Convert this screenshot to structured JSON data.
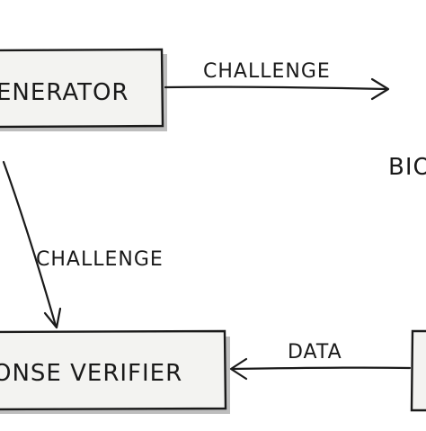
{
  "diagram": {
    "nodes": {
      "generator": {
        "label": "ENERATOR"
      },
      "verifier": {
        "label": "ONSE VERIFIER"
      },
      "biometric": {
        "label": "BIO"
      }
    },
    "edges": {
      "challenge_right": {
        "label": "CHALLENGE"
      },
      "challenge_down": {
        "label": "CHALLENGE"
      },
      "data_left": {
        "label": "DATA"
      }
    }
  }
}
